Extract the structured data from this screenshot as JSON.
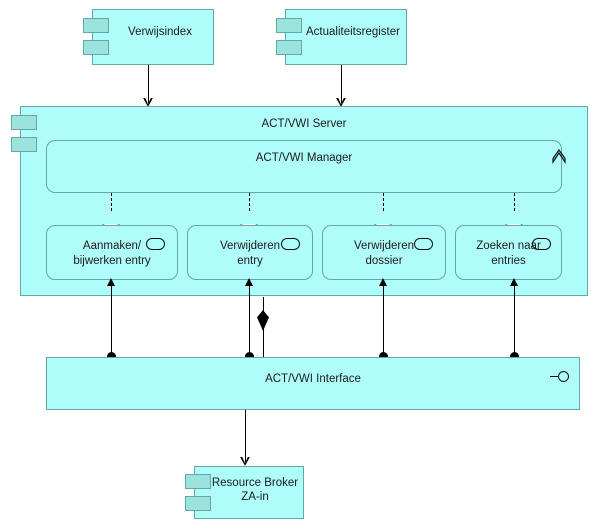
{
  "diagram": {
    "title": "ACT/VWI Server component diagram",
    "colors": {
      "fill": "#AEFDFA",
      "tab_fill": "#9CE2DD",
      "stroke": "#63A7A7",
      "connector": "#000000",
      "background": "#FFFFFF"
    }
  },
  "components": {
    "verwijsindex": {
      "label": "Verwijsindex",
      "icon": "component-tabs-icon"
    },
    "actualiteitsregister": {
      "label": "Actualiteitsregister",
      "icon": "component-tabs-icon"
    },
    "resource_broker": {
      "label": "Resource Broker\nZA-in",
      "icon": "component-tabs-icon"
    }
  },
  "server": {
    "label": "ACT/VWI Server",
    "manager": {
      "label": "ACT/VWI Manager",
      "marker_icon": "chevron-up-icon"
    },
    "services": [
      {
        "label": "Aanmaken/\nbijwerken entry",
        "marker_icon": "interface-oval-icon"
      },
      {
        "label": "Verwijderen\nentry",
        "marker_icon": "interface-oval-icon"
      },
      {
        "label": "Verwijderen\ndossier",
        "marker_icon": "interface-oval-icon"
      },
      {
        "label": "Zoeken naar\nentries",
        "marker_icon": "interface-oval-icon"
      }
    ]
  },
  "interface": {
    "label": "ACT/VWI Interface",
    "provided_icon": "lollipop-interface-icon"
  },
  "connectors": {
    "verwijsindex_to_server": {
      "type": "dependency-arrow",
      "style": "solid-open-arrow"
    },
    "actualiteitsregister_to_server": {
      "type": "dependency-arrow",
      "style": "solid-open-arrow"
    },
    "manager_to_services": {
      "type": "realization",
      "style": "dashed-hollow-triangle"
    },
    "interface_to_services": {
      "type": "association",
      "style": "ball-ended-line-with-arrow"
    },
    "server_to_interface": {
      "type": "composition",
      "style": "filled-diamond"
    },
    "interface_to_resource_broker": {
      "type": "dependency-arrow",
      "style": "solid-open-arrow"
    }
  }
}
